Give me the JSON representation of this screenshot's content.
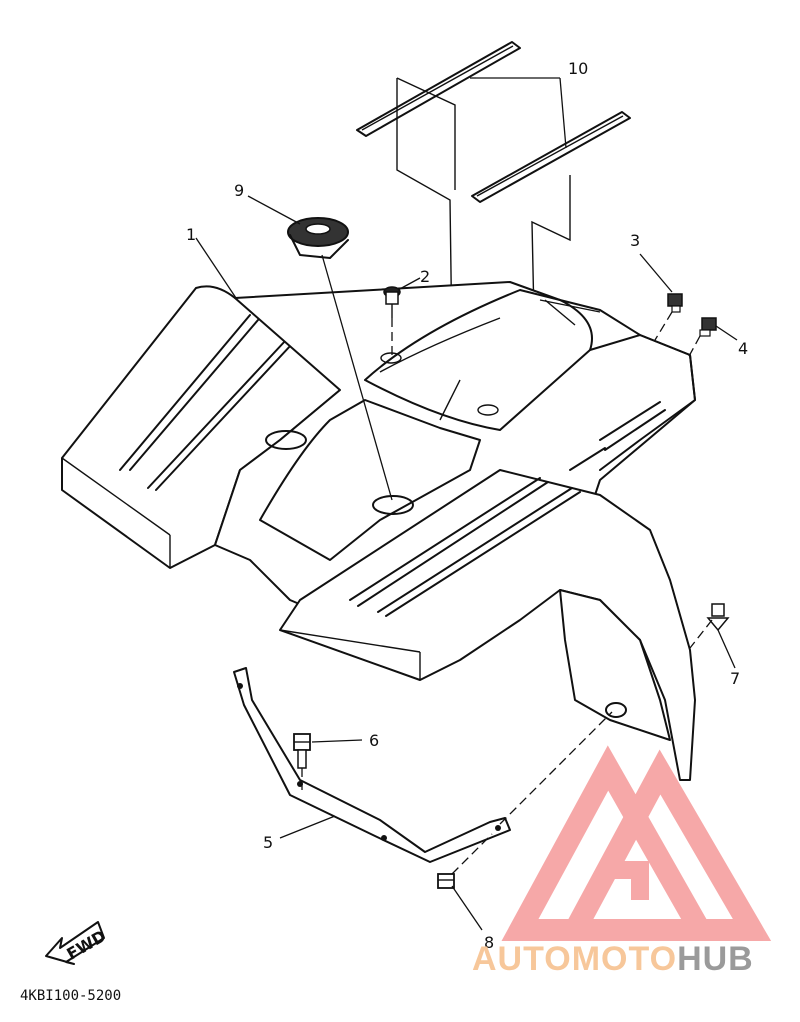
{
  "diagram": {
    "part_code": "4KBI100-5200",
    "fwd_label": "FWD",
    "callouts": [
      {
        "id": "1",
        "label": "1"
      },
      {
        "id": "2",
        "label": "2"
      },
      {
        "id": "3",
        "label": "3"
      },
      {
        "id": "4",
        "label": "4"
      },
      {
        "id": "5",
        "label": "5"
      },
      {
        "id": "6",
        "label": "6"
      },
      {
        "id": "7",
        "label": "7"
      },
      {
        "id": "8",
        "label": "8"
      },
      {
        "id": "9",
        "label": "9"
      },
      {
        "id": "10",
        "label": "10"
      }
    ]
  },
  "watermark": {
    "part_a": "AUTOMOTO",
    "part_b": "HUB",
    "color_a": "#f7c79a",
    "color_b": "#9a9a9a",
    "logo_color": "#f59a9a"
  }
}
